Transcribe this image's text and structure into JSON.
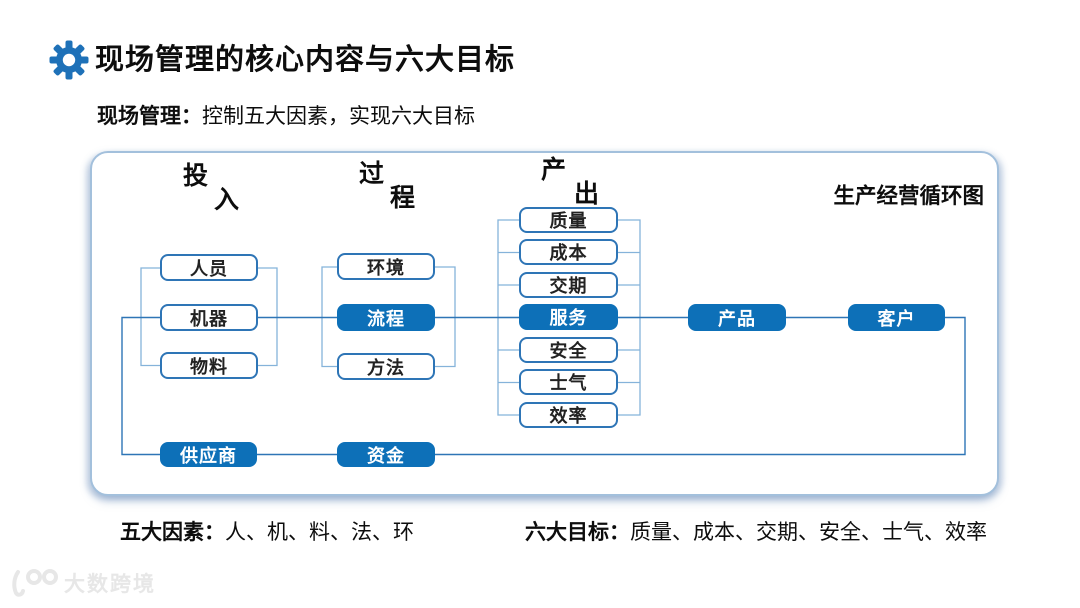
{
  "page": {
    "title": "现场管理的核心内容与六大目标",
    "subtitle_label": "现场管理：",
    "subtitle_text": "控制五大因素，实现六大目标"
  },
  "diagram": {
    "caption": "生产经营循环图",
    "headers": {
      "input": [
        "投",
        "入"
      ],
      "process": [
        "过",
        "程"
      ],
      "output": [
        "产",
        "出"
      ]
    },
    "inputs": [
      {
        "label": "人员"
      },
      {
        "label": "机器"
      },
      {
        "label": "物料"
      }
    ],
    "process_items": [
      {
        "label": "环境"
      },
      {
        "label": "流程"
      },
      {
        "label": "方法"
      }
    ],
    "outputs": [
      {
        "label": "质量"
      },
      {
        "label": "成本"
      },
      {
        "label": "交期"
      },
      {
        "label": "服务"
      },
      {
        "label": "安全"
      },
      {
        "label": "士气"
      },
      {
        "label": "效率"
      }
    ],
    "product": "产品",
    "customer": "客户",
    "supplier": "供应商",
    "funds": "资金"
  },
  "footer": {
    "factors_label": "五大因素：",
    "factors_text": "人、机、料、法、环",
    "goals_label": "六大目标：",
    "goals_text": "质量、成本、交期、安全、士气、效率"
  },
  "watermark": "大数跨境",
  "colors": {
    "accent": "#0d70b8",
    "box_border": "#2e75b6",
    "bracket_line": "#85b3da",
    "main_line": "#2e75b6",
    "panel_border": "#a3c0dc"
  }
}
